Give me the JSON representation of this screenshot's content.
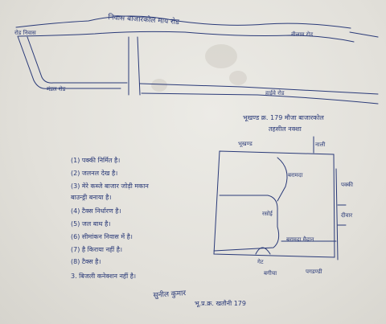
{
  "map": {
    "title": "निवास बाजारकोल माय रोड",
    "road_left_top": "रोड निवास",
    "road_right_top": "नीलाम रोड",
    "road_bottom_left": "मंडल रोड",
    "road_bottom_right": "हाईवे रोड"
  },
  "plot": {
    "heading": "भूखण्ड क्र. 179 मौजा बाजारकोल",
    "subheading": "तहसील नक्शा",
    "label_top": "भूखण्ड",
    "label_top_right": "नाली",
    "label_room_top": "बरामदा",
    "label_room_mid": "रसोई",
    "label_room_bottom": "बरामदा मैदान",
    "label_gate": "गेट",
    "label_bottom_left": "बगीचा",
    "label_bottom_right": "पगडण्डी",
    "label_right_1": "पक्की",
    "label_right_2": "दीवार"
  },
  "notes": [
    "(1) पक्की निर्मित है।",
    "(2) जलनल देख है।",
    "(3) मेरे कब्जे बाजार जोड़ी मकान",
    "    बाउन्ड्री बनाया है।",
    "(4) टैक्स निर्धारण है।",
    "(5) जल बाथ है।",
    "(6) सीमांकन निवास में है।",
    "(7) है किराया नहीं है।",
    "(8) टैक्स है।",
    "3. बिजली कनेक्शन नहीं है।"
  ],
  "signature": {
    "name": "सुनील कुमार",
    "line": "भू.प्र.क्र. खतौनी 179"
  }
}
